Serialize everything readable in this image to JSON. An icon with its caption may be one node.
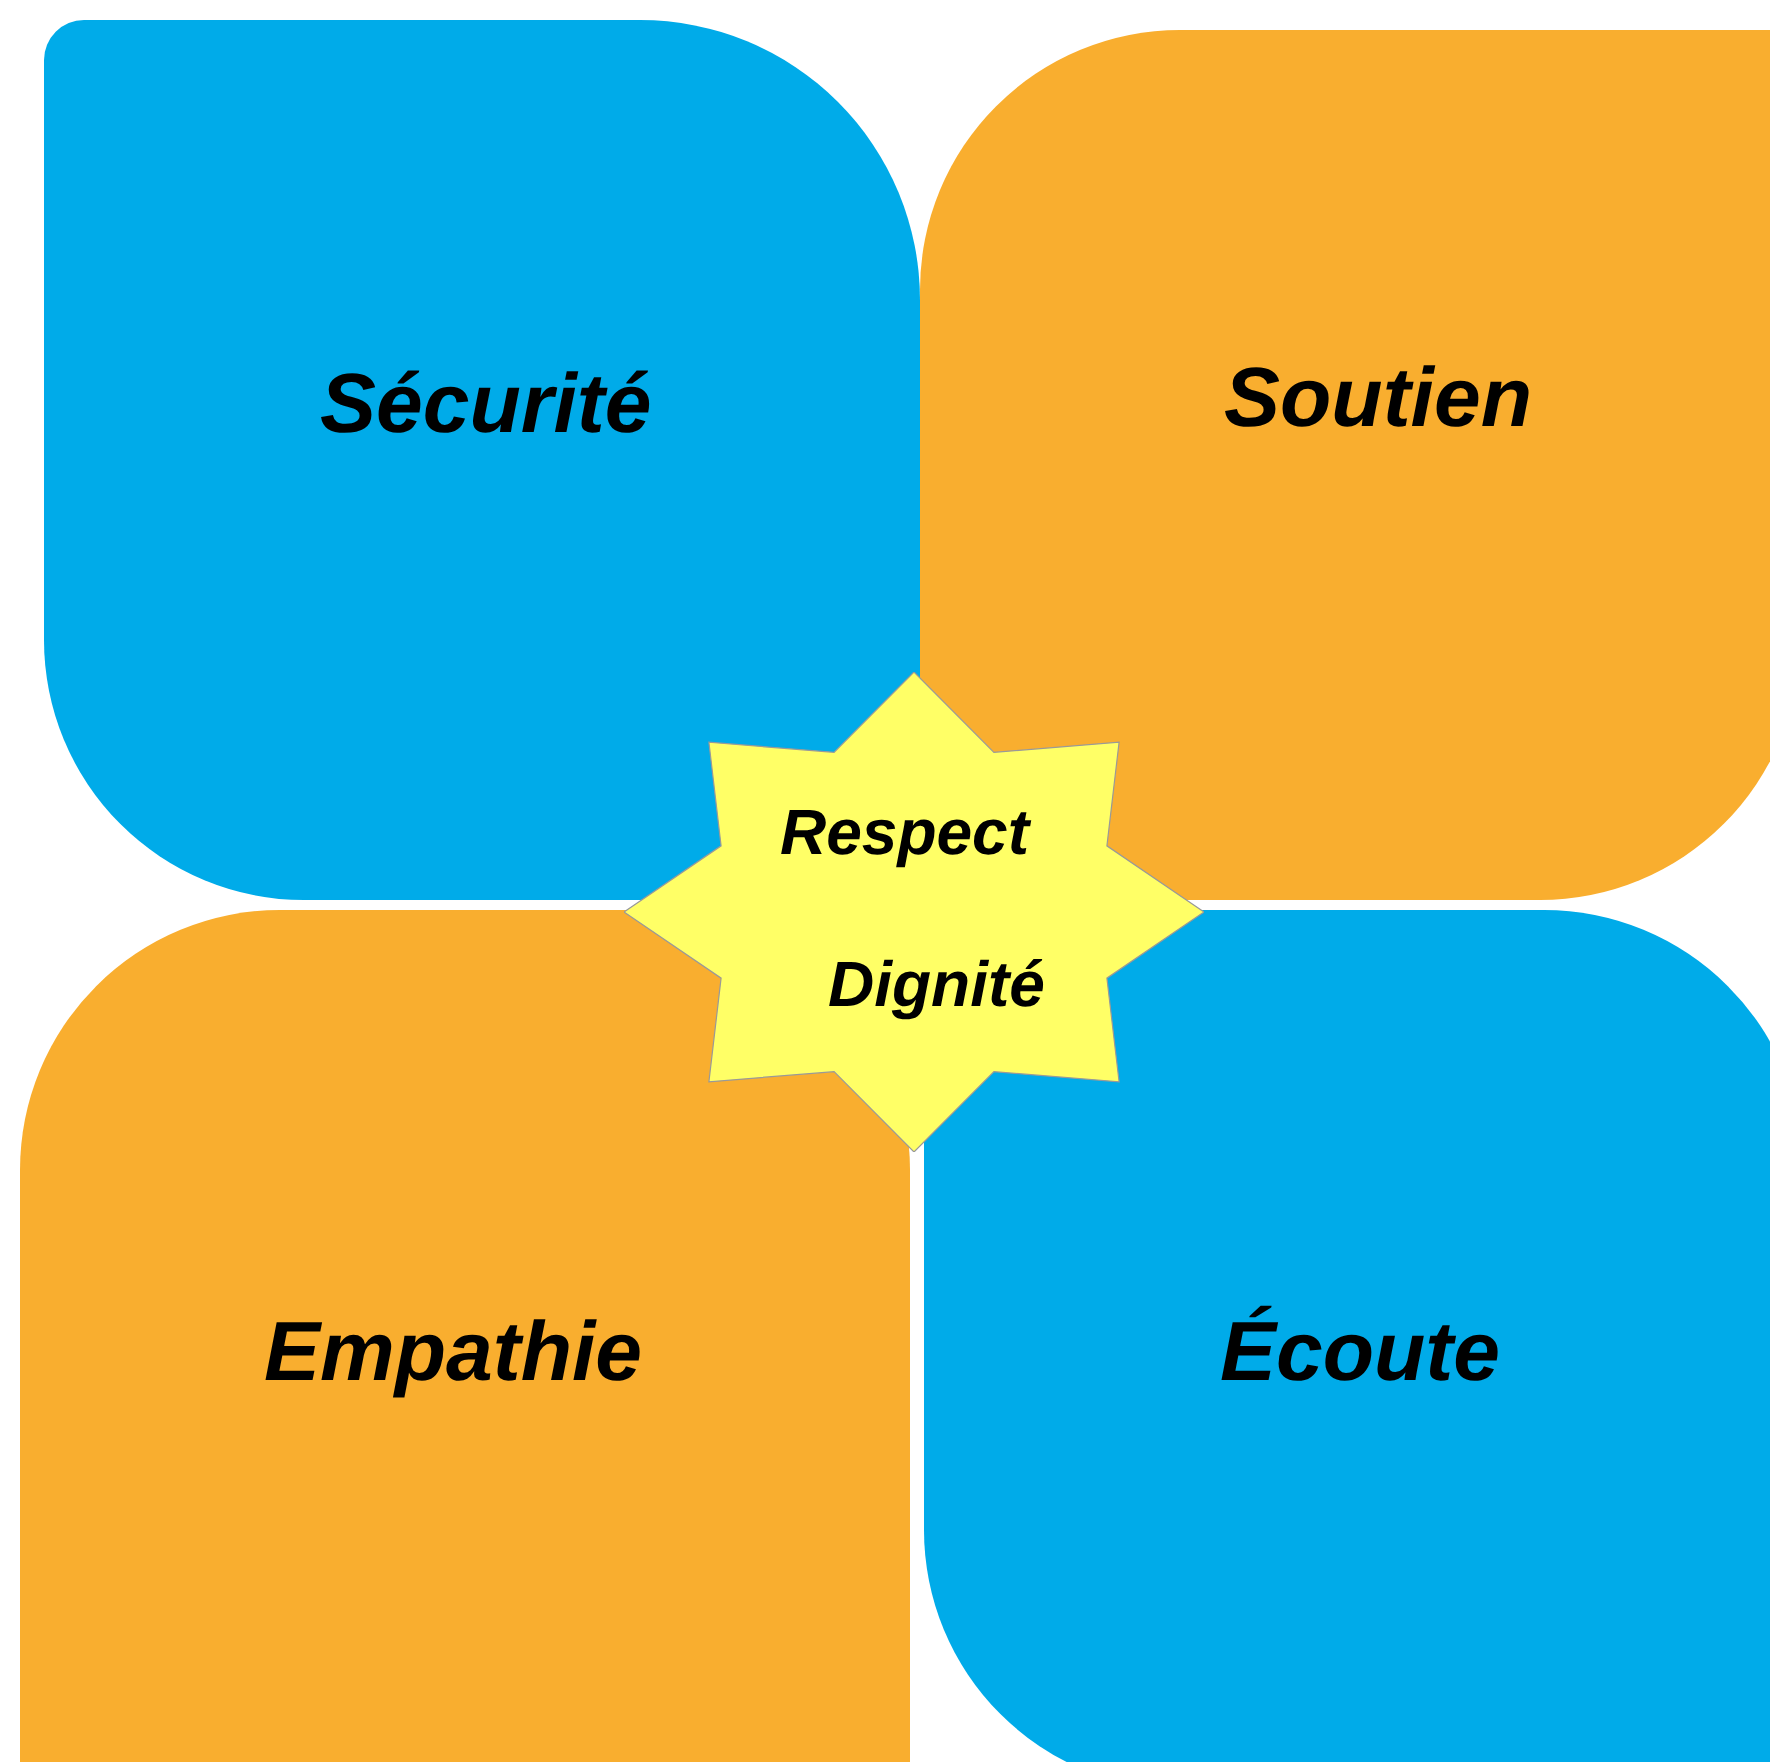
{
  "diagram": {
    "nodes": [
      {
        "text": [
          "Sécurité"
        ]
      },
      {
        "text": [
          "Soutien"
        ]
      },
      {
        "text": [
          "Respect",
          "Dignité"
        ]
      },
      {
        "text": [
          "Empathie"
        ]
      },
      {
        "text": [
          "Écoute"
        ]
      }
    ]
  }
}
